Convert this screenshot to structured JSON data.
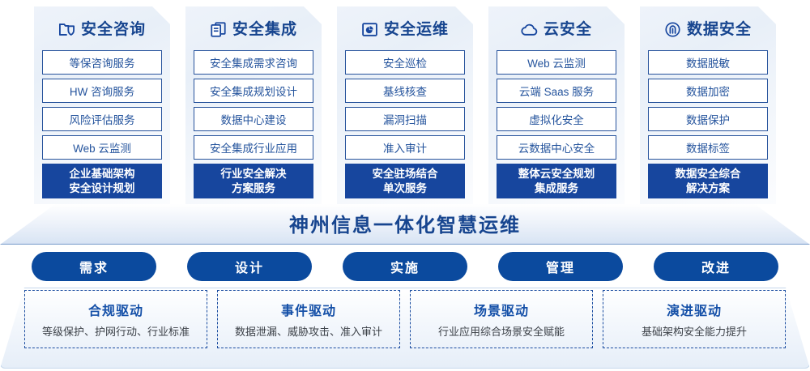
{
  "columns": [
    {
      "icon": "folder-shield-icon",
      "title": "安全咨询",
      "items": [
        "等保咨询服务",
        "HW 咨询服务",
        "风险评估服务",
        "Web 云监测"
      ],
      "highlight": [
        "企业基础架构",
        "安全设计规划"
      ]
    },
    {
      "icon": "layers-document-icon",
      "title": "安全集成",
      "items": [
        "安全集成需求咨询",
        "安全集成规划设计",
        "数据中心建设",
        "安全集成行业应用"
      ],
      "highlight": [
        "行业安全解决",
        "方案服务"
      ]
    },
    {
      "icon": "monitor-pie-icon",
      "title": "安全运维",
      "items": [
        "安全巡检",
        "基线核查",
        "漏洞扫描",
        "准入审计"
      ],
      "highlight": [
        "安全驻场结合",
        "单次服务"
      ]
    },
    {
      "icon": "cloud-icon",
      "title": "云安全",
      "items": [
        "Web 云监测",
        "云端 Saas 服务",
        "虚拟化安全",
        "云数据中心安全"
      ],
      "highlight": [
        "整体云安全规划",
        "集成服务"
      ]
    },
    {
      "icon": "fingerprint-icon",
      "title": "数据安全",
      "items": [
        "数据脱敏",
        "数据加密",
        "数据保护",
        "数据标签"
      ],
      "highlight": [
        "数据安全综合",
        "解决方案"
      ]
    }
  ],
  "banner": {
    "text": "神州信息一体化智慧运维"
  },
  "pills": [
    {
      "label": "需求"
    },
    {
      "label": "设计"
    },
    {
      "label": "实施"
    },
    {
      "label": "管理"
    },
    {
      "label": "改进"
    }
  ],
  "drivers": [
    {
      "title": "合规驱动",
      "sub": "等级保护、护网行动、行业标准"
    },
    {
      "title": "事件驱动",
      "sub": "数据泄漏、威胁攻击、准入审计"
    },
    {
      "title": "场景驱动",
      "sub": "行业应用综合场景安全赋能"
    },
    {
      "title": "演进驱动",
      "sub": "基础架构安全能力提升"
    }
  ],
  "colors": {
    "brand_dark": "#17469e",
    "brand_pill": "#0b4a9e",
    "title_blue": "#17458f",
    "item_border": "#27539c",
    "item_text": "#25549d"
  }
}
